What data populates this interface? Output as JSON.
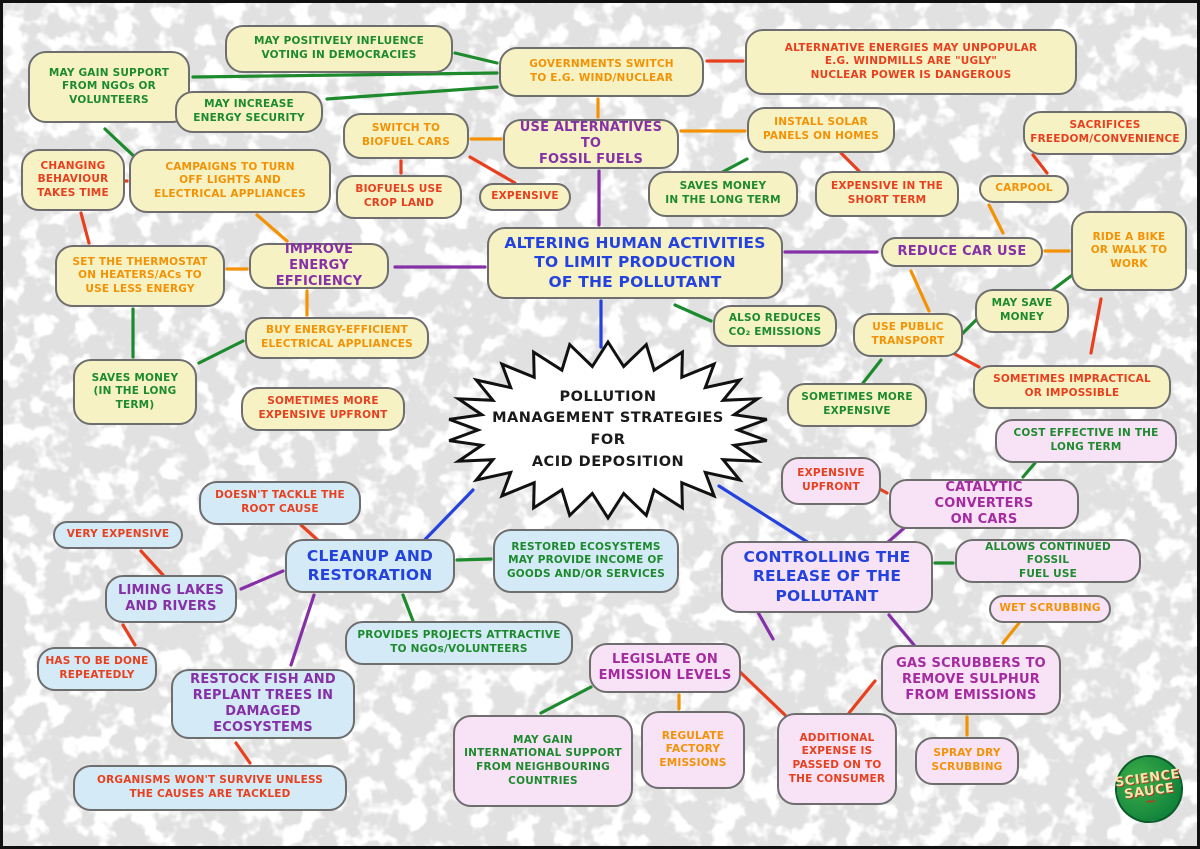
{
  "title": "POLLUTION\nMANAGEMENT STRATEGIES\nFOR\nACID DEPOSITION",
  "logo": {
    "line1": "SCIENCE",
    "line2": "SAUCE"
  },
  "palette": {
    "green": "#1d8a2e",
    "orange": "#f39204",
    "red": "#e8401f",
    "purple": "#8630a8",
    "magenta": "#a42ba0",
    "blue": "#2442dd",
    "black": "#1a1a1a",
    "bubble_yellow": "#f7f2c3",
    "bubble_blue": "#d4eaf6",
    "bubble_pink": "#f8e2f6"
  },
  "nodes": [
    {
      "n": "may-gain-support-ngos",
      "t": "MAY GAIN SUPPORT\nFROM NGOs OR\nVOLUNTEERS",
      "c": "green",
      "f": "yellow",
      "k": "leaf",
      "b": [
        25,
        48,
        162,
        72
      ]
    },
    {
      "n": "may-positively-influence-voting",
      "t": "MAY POSITIVELY INFLUENCE\nVOTING IN DEMOCRACIES",
      "c": "green",
      "f": "yellow",
      "k": "leaf",
      "b": [
        222,
        22,
        228,
        48
      ]
    },
    {
      "n": "may-increase-energy-security",
      "t": "MAY INCREASE\nENERGY SECURITY",
      "c": "green",
      "f": "yellow",
      "k": "leaf",
      "b": [
        172,
        88,
        148,
        42
      ]
    },
    {
      "n": "governments-switch-wind-nuclear",
      "t": "GOVERNMENTS SWITCH\nTO E.G. WIND/NUCLEAR",
      "c": "orange",
      "f": "yellow",
      "k": "leaf",
      "b": [
        496,
        44,
        205,
        50
      ]
    },
    {
      "n": "alternative-energies-unpopular",
      "t": "ALTERNATIVE ENERGIES MAY UNPOPULAR\nE.G. WINDMILLS ARE \"UGLY\"\nNUCLEAR POWER IS DANGEROUS",
      "c": "red",
      "f": "yellow",
      "k": "leaf",
      "b": [
        742,
        26,
        332,
        66
      ]
    },
    {
      "n": "switch-to-biofuel-cars",
      "t": "SWITCH TO\nBIOFUEL CARS",
      "c": "orange",
      "f": "yellow",
      "k": "leaf",
      "b": [
        340,
        110,
        126,
        46
      ]
    },
    {
      "n": "use-alternatives-fossil-fuels",
      "t": "USE ALTERNATIVES TO\nFOSSIL FUELS",
      "c": "purple",
      "f": "yellow",
      "k": "strategy",
      "b": [
        500,
        116,
        176,
        50
      ]
    },
    {
      "n": "install-solar-panels",
      "t": "INSTALL SOLAR\nPANELS ON HOMES",
      "c": "orange",
      "f": "yellow",
      "k": "leaf",
      "b": [
        744,
        104,
        148,
        46
      ]
    },
    {
      "n": "biofuels-use-crop-land",
      "t": "BIOFUELS USE\nCROP LAND",
      "c": "red",
      "f": "yellow",
      "k": "leaf",
      "b": [
        333,
        172,
        126,
        44
      ]
    },
    {
      "n": "expensive-alternatives",
      "t": "EXPENSIVE",
      "c": "red",
      "f": "yellow",
      "k": "leaf",
      "b": [
        476,
        180,
        92,
        28
      ]
    },
    {
      "n": "solar-saves-money-long-term",
      "t": "SAVES MONEY\nIN THE LONG TERM",
      "c": "green",
      "f": "yellow",
      "k": "leaf",
      "b": [
        645,
        168,
        150,
        46
      ]
    },
    {
      "n": "expensive-in-short-term",
      "t": "EXPENSIVE IN THE\nSHORT TERM",
      "c": "red",
      "f": "yellow",
      "k": "leaf",
      "b": [
        812,
        168,
        144,
        46
      ]
    },
    {
      "n": "sacrifices-freedom-convenience",
      "t": "SACRIFICES\nFREEDOM/CONVENIENCE",
      "c": "red",
      "f": "yellow",
      "k": "leaf",
      "b": [
        1020,
        108,
        164,
        44
      ]
    },
    {
      "n": "carpool",
      "t": "CARPOOL",
      "c": "orange",
      "f": "yellow",
      "k": "leaf",
      "b": [
        976,
        172,
        90,
        28
      ]
    },
    {
      "n": "changing-behaviour-takes-time",
      "t": "CHANGING\nBEHAVIOUR\nTAKES TIME",
      "c": "red",
      "f": "yellow",
      "k": "leaf",
      "b": [
        18,
        146,
        104,
        62
      ]
    },
    {
      "n": "campaigns-turn-off-lights",
      "t": "CAMPAIGNS TO TURN\nOFF LIGHTS AND\nELECTRICAL APPLIANCES",
      "c": "orange",
      "f": "yellow",
      "k": "leaf",
      "b": [
        126,
        146,
        202,
        64
      ]
    },
    {
      "n": "set-thermostat",
      "t": "SET THE THERMOSTAT\nON HEATERS/ACs TO\nUSE LESS ENERGY",
      "c": "orange",
      "f": "yellow",
      "k": "leaf",
      "b": [
        52,
        242,
        170,
        62
      ]
    },
    {
      "n": "improve-energy-efficiency",
      "t": "IMPROVE ENERGY\nEFFICIENCY",
      "c": "purple",
      "f": "yellow",
      "k": "strategy",
      "b": [
        246,
        240,
        140,
        46
      ]
    },
    {
      "n": "altering-human-activities",
      "t": "ALTERING HUMAN ACTIVITIES\nTO LIMIT PRODUCTION\nOF THE POLLUTANT",
      "c": "blue",
      "f": "yellow",
      "k": "branch",
      "b": [
        484,
        224,
        296,
        72
      ]
    },
    {
      "n": "reduce-car-use",
      "t": "REDUCE CAR USE",
      "c": "purple",
      "f": "yellow",
      "k": "strategy",
      "b": [
        878,
        234,
        162,
        30
      ]
    },
    {
      "n": "ride-a-bike-or-walk",
      "t": "RIDE A BIKE\nOR WALK TO\nWORK",
      "c": "orange",
      "f": "yellow",
      "k": "leaf",
      "b": [
        1068,
        208,
        116,
        80
      ]
    },
    {
      "n": "also-reduces-co2",
      "t": "ALSO REDUCES\nCO₂ EMISSIONS",
      "c": "green",
      "f": "yellow",
      "k": "leaf",
      "b": [
        710,
        302,
        124,
        42
      ]
    },
    {
      "n": "may-save-money",
      "t": "MAY SAVE\nMONEY",
      "c": "green",
      "f": "yellow",
      "k": "leaf",
      "b": [
        972,
        286,
        94,
        44
      ]
    },
    {
      "n": "use-public-transport",
      "t": "USE PUBLIC\nTRANSPORT",
      "c": "orange",
      "f": "yellow",
      "k": "leaf",
      "b": [
        850,
        310,
        110,
        44
      ]
    },
    {
      "n": "buy-energy-efficient-appliances",
      "t": "BUY ENERGY-EFFICIENT\nELECTRICAL APPLIANCES",
      "c": "orange",
      "f": "yellow",
      "k": "leaf",
      "b": [
        242,
        314,
        184,
        42
      ]
    },
    {
      "n": "saves-money-in-long-term",
      "t": "SAVES MONEY\n(IN THE LONG\nTERM)",
      "c": "green",
      "f": "yellow",
      "k": "leaf",
      "b": [
        70,
        356,
        124,
        66
      ]
    },
    {
      "n": "sometimes-more-expensive-upfront",
      "t": "SOMETIMES MORE\nEXPENSIVE UPFRONT",
      "c": "red",
      "f": "yellow",
      "k": "leaf",
      "b": [
        238,
        384,
        164,
        44
      ]
    },
    {
      "n": "sometimes-impractical",
      "t": "SOMETIMES IMPRACTICAL\nOR IMPOSSIBLE",
      "c": "red",
      "f": "yellow",
      "k": "leaf",
      "b": [
        970,
        362,
        198,
        44
      ]
    },
    {
      "n": "sometimes-more-expensive",
      "t": "SOMETIMES MORE\nEXPENSIVE",
      "c": "green",
      "f": "yellow",
      "k": "leaf",
      "b": [
        784,
        380,
        140,
        44
      ]
    },
    {
      "n": "doesnt-tackle-root-cause",
      "t": "DOESN'T TACKLE THE\nROOT CAUSE",
      "c": "red",
      "f": "blue",
      "k": "leaf",
      "b": [
        196,
        478,
        162,
        44
      ]
    },
    {
      "n": "very-expensive",
      "t": "VERY EXPENSIVE",
      "c": "red",
      "f": "blue",
      "k": "leaf",
      "b": [
        50,
        518,
        130,
        28
      ]
    },
    {
      "n": "cleanup-and-restoration",
      "t": "CLEANUP AND\nRESTORATION",
      "c": "blue",
      "f": "blue",
      "k": "branch",
      "b": [
        282,
        536,
        170,
        54
      ]
    },
    {
      "n": "restored-ecosystems-income",
      "t": "RESTORED ECOSYSTEMS\nMAY PROVIDE INCOME OF\nGOODS AND/OR SERVICES",
      "c": "green",
      "f": "blue",
      "k": "leaf",
      "b": [
        490,
        526,
        186,
        64
      ]
    },
    {
      "n": "liming-lakes-and-rivers",
      "t": "LIMING LAKES\nAND RIVERS",
      "c": "purple",
      "f": "blue",
      "k": "strategy",
      "b": [
        102,
        572,
        132,
        48
      ]
    },
    {
      "n": "has-to-be-done-repeatedly",
      "t": "HAS TO BE DONE\nREPEATEDLY",
      "c": "red",
      "f": "blue",
      "k": "leaf",
      "b": [
        34,
        644,
        120,
        44
      ]
    },
    {
      "n": "provides-projects-ngos",
      "t": "PROVIDES PROJECTS ATTRACTIVE\nTO NGOs/VOLUNTEERS",
      "c": "green",
      "f": "blue",
      "k": "leaf",
      "b": [
        342,
        618,
        228,
        44
      ]
    },
    {
      "n": "restock-fish-replant-trees",
      "t": "RESTOCK FISH AND\nREPLANT TREES IN\nDAMAGED ECOSYSTEMS",
      "c": "purple",
      "f": "blue",
      "k": "strategy",
      "b": [
        168,
        666,
        184,
        70
      ]
    },
    {
      "n": "organisms-wont-survive",
      "t": "ORGANISMS WON'T SURVIVE UNLESS\nTHE CAUSES ARE TACKLED",
      "c": "red",
      "f": "blue",
      "k": "leaf",
      "b": [
        70,
        762,
        274,
        46
      ]
    },
    {
      "n": "cost-effective-long-term",
      "t": "COST EFFECTIVE IN THE\nLONG TERM",
      "c": "green",
      "f": "pink",
      "k": "leaf",
      "b": [
        992,
        416,
        182,
        44
      ]
    },
    {
      "n": "expensive-upfront",
      "t": "EXPENSIVE\nUPFRONT",
      "c": "red",
      "f": "pink",
      "k": "leaf",
      "b": [
        778,
        454,
        100,
        48
      ]
    },
    {
      "n": "catalytic-converters-on-cars",
      "t": "CATALYTIC CONVERTERS\nON CARS",
      "c": "magenta",
      "f": "pink",
      "k": "strategy",
      "b": [
        886,
        476,
        190,
        50
      ]
    },
    {
      "n": "controlling-the-release",
      "t": "CONTROLLING THE\nRELEASE OF THE\nPOLLUTANT",
      "c": "blue",
      "f": "pink",
      "k": "branch",
      "b": [
        718,
        538,
        212,
        72
      ]
    },
    {
      "n": "allows-continued-fossil-fuel",
      "t": "ALLOWS CONTINUED FOSSIL\nFUEL USE",
      "c": "green",
      "f": "pink",
      "k": "leaf",
      "b": [
        952,
        536,
        186,
        44
      ]
    },
    {
      "n": "wet-scrubbing",
      "t": "WET SCRUBBING",
      "c": "orange",
      "f": "pink",
      "k": "leaf",
      "b": [
        986,
        592,
        122,
        28
      ]
    },
    {
      "n": "legislate-on-emission-levels",
      "t": "LEGISLATE ON\nEMISSION LEVELS",
      "c": "magenta",
      "f": "pink",
      "k": "strategy",
      "b": [
        586,
        640,
        152,
        50
      ]
    },
    {
      "n": "gas-scrubbers-remove-sulphur",
      "t": "GAS SCRUBBERS TO\nREMOVE SULPHUR\nFROM EMISSIONS",
      "c": "magenta",
      "f": "pink",
      "k": "strategy",
      "b": [
        878,
        642,
        180,
        70
      ]
    },
    {
      "n": "may-gain-international-support",
      "t": "MAY GAIN\nINTERNATIONAL SUPPORT\nFROM NEIGHBOURING\nCOUNTRIES",
      "c": "green",
      "f": "pink",
      "k": "leaf",
      "b": [
        450,
        712,
        180,
        92
      ]
    },
    {
      "n": "regulate-factory-emissions",
      "t": "REGULATE\nFACTORY\nEMISSIONS",
      "c": "orange",
      "f": "pink",
      "k": "leaf",
      "b": [
        638,
        708,
        104,
        78
      ]
    },
    {
      "n": "additional-expense-consumer",
      "t": "ADDITIONAL\nEXPENSE IS\nPASSED ON TO\nTHE CONSUMER",
      "c": "red",
      "f": "pink",
      "k": "leaf",
      "b": [
        774,
        710,
        120,
        92
      ]
    },
    {
      "n": "spray-dry-scrubbing",
      "t": "SPRAY DRY\nSCRUBBING",
      "c": "orange",
      "f": "pink",
      "k": "leaf",
      "b": [
        912,
        734,
        104,
        48
      ]
    }
  ],
  "edges": [
    {
      "p": [
        598,
        298,
        598,
        344
      ],
      "c": "blue"
    },
    {
      "p": [
        470,
        487,
        410,
        549
      ],
      "c": "blue"
    },
    {
      "p": [
        716,
        483,
        806,
        540
      ],
      "c": "blue"
    },
    {
      "p": [
        392,
        264,
        482,
        264
      ],
      "c": "purple"
    },
    {
      "p": [
        596,
        168,
        596,
        222
      ],
      "c": "purple"
    },
    {
      "p": [
        782,
        249,
        874,
        249
      ],
      "c": "purple"
    },
    {
      "p": [
        238,
        586,
        280,
        568
      ],
      "c": "purple"
    },
    {
      "p": [
        288,
        662,
        311,
        592
      ],
      "c": "purple"
    },
    {
      "p": [
        884,
        540,
        916,
        512
      ],
      "c": "purple"
    },
    {
      "p": [
        752,
        604,
        770,
        636
      ],
      "c": "purple"
    },
    {
      "p": [
        886,
        612,
        911,
        642
      ],
      "c": "purple"
    },
    {
      "p": [
        468,
        136,
        498,
        136
      ],
      "c": "orange"
    },
    {
      "p": [
        595,
        96,
        595,
        114
      ],
      "c": "orange"
    },
    {
      "p": [
        678,
        128,
        742,
        128
      ],
      "c": "orange"
    },
    {
      "p": [
        224,
        266,
        244,
        266
      ],
      "c": "orange"
    },
    {
      "p": [
        254,
        212,
        284,
        238
      ],
      "c": "orange"
    },
    {
      "p": [
        304,
        288,
        304,
        312
      ],
      "c": "orange"
    },
    {
      "p": [
        986,
        202,
        1000,
        230
      ],
      "c": "orange"
    },
    {
      "p": [
        1042,
        248,
        1066,
        248
      ],
      "c": "orange"
    },
    {
      "p": [
        908,
        268,
        926,
        308
      ],
      "c": "orange"
    },
    {
      "p": [
        676,
        692,
        676,
        706
      ],
      "c": "orange"
    },
    {
      "p": [
        1000,
        640,
        1016,
        620
      ],
      "c": "orange"
    },
    {
      "p": [
        964,
        714,
        964,
        732
      ],
      "c": "orange"
    },
    {
      "p": [
        190,
        74,
        494,
        70
      ],
      "c": "green"
    },
    {
      "p": [
        452,
        50,
        494,
        60
      ],
      "c": "green"
    },
    {
      "p": [
        324,
        96,
        494,
        84
      ],
      "c": "green"
    },
    {
      "p": [
        102,
        126,
        136,
        158
      ],
      "c": "green"
    },
    {
      "p": [
        714,
        172,
        744,
        156
      ],
      "c": "green"
    },
    {
      "p": [
        672,
        302,
        708,
        318
      ],
      "c": "green"
    },
    {
      "p": [
        130,
        306,
        130,
        354
      ],
      "c": "green"
    },
    {
      "p": [
        196,
        360,
        240,
        338
      ],
      "c": "green"
    },
    {
      "p": [
        958,
        332,
        974,
        316
      ],
      "c": "green"
    },
    {
      "p": [
        1048,
        288,
        1072,
        270
      ],
      "c": "green"
    },
    {
      "p": [
        860,
        380,
        878,
        357
      ],
      "c": "green"
    },
    {
      "p": [
        454,
        557,
        488,
        556
      ],
      "c": "green"
    },
    {
      "p": [
        400,
        592,
        410,
        618
      ],
      "c": "green"
    },
    {
      "p": [
        538,
        710,
        588,
        684
      ],
      "c": "green"
    },
    {
      "p": [
        1020,
        474,
        1032,
        460
      ],
      "c": "green"
    },
    {
      "p": [
        932,
        560,
        950,
        560
      ],
      "c": "green"
    },
    {
      "p": [
        104,
        178,
        124,
        178
      ],
      "c": "red"
    },
    {
      "p": [
        78,
        210,
        86,
        240
      ],
      "c": "red"
    },
    {
      "p": [
        398,
        158,
        398,
        170
      ],
      "c": "red"
    },
    {
      "p": [
        467,
        154,
        512,
        180
      ],
      "c": "red"
    },
    {
      "p": [
        838,
        150,
        856,
        168
      ],
      "c": "red"
    },
    {
      "p": [
        704,
        58,
        740,
        58
      ],
      "c": "red"
    },
    {
      "p": [
        1030,
        152,
        1044,
        170
      ],
      "c": "red"
    },
    {
      "p": [
        1088,
        350,
        1098,
        296
      ],
      "c": "red"
    },
    {
      "p": [
        950,
        350,
        976,
        364
      ],
      "c": "red"
    },
    {
      "p": [
        298,
        522,
        318,
        540
      ],
      "c": "red"
    },
    {
      "p": [
        138,
        548,
        160,
        572
      ],
      "c": "red"
    },
    {
      "p": [
        120,
        622,
        132,
        642
      ],
      "c": "red"
    },
    {
      "p": [
        233,
        740,
        247,
        760
      ],
      "c": "red"
    },
    {
      "p": [
        862,
        478,
        884,
        490
      ],
      "c": "red"
    },
    {
      "p": [
        736,
        668,
        782,
        712
      ],
      "c": "red"
    },
    {
      "p": [
        846,
        710,
        872,
        678
      ],
      "c": "red"
    }
  ]
}
